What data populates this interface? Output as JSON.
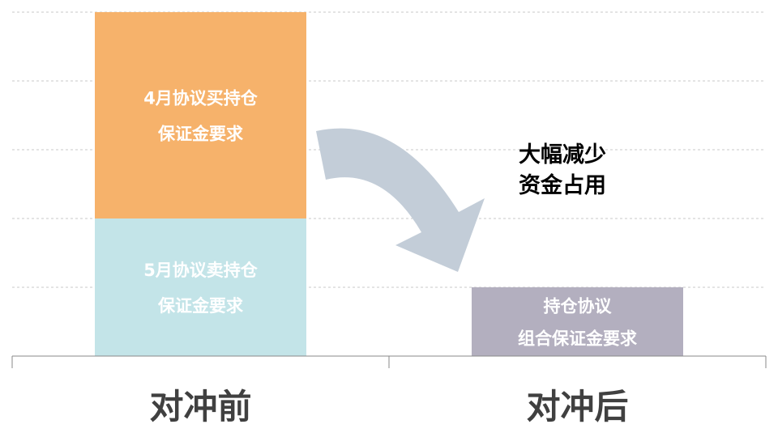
{
  "chart_data": {
    "type": "bar",
    "stacked": true,
    "title": "",
    "xlabel": "",
    "ylabel": "",
    "ylim": [
      0,
      5
    ],
    "grid": true,
    "categories": [
      "对冲前",
      "对冲后"
    ],
    "stacks": [
      {
        "category": "对冲前",
        "segments": [
          {
            "label": [
              "5月协议卖持仓",
              "保证金要求"
            ],
            "value": 2,
            "color": "#c3e4e8"
          },
          {
            "label": [
              "4月协议买持仓",
              "保证金要求"
            ],
            "value": 3,
            "color": "#f6b26b"
          }
        ]
      },
      {
        "category": "对冲后",
        "segments": [
          {
            "label": [
              "持仓协议",
              "组合保证金要求"
            ],
            "value": 1,
            "color": "#b3afbf"
          }
        ]
      }
    ],
    "annotation": [
      "大幅减少",
      "资金占用"
    ],
    "arrow_color": "#c3cdd8"
  }
}
